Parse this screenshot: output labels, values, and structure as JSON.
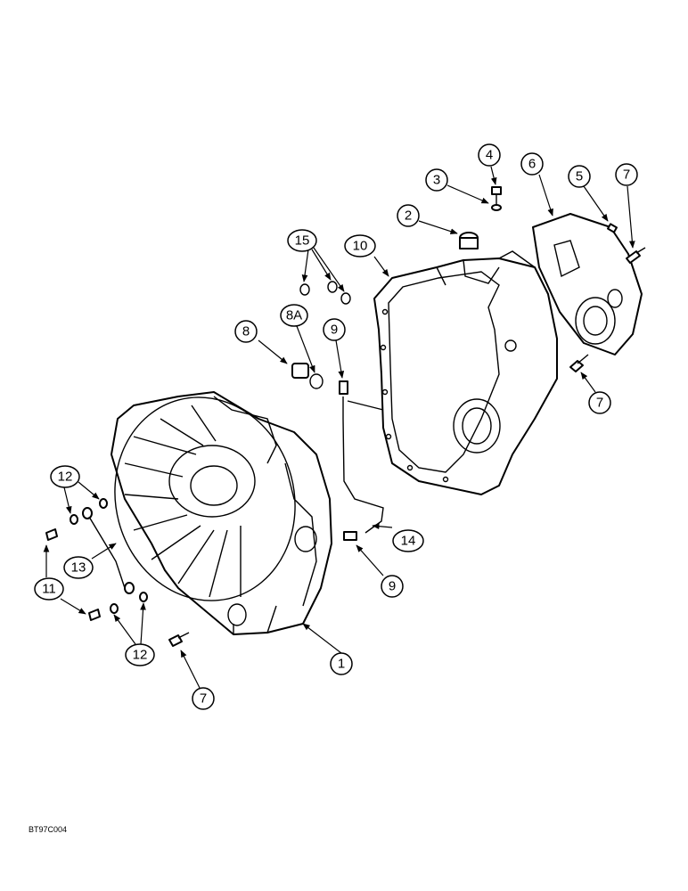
{
  "callouts": {
    "c1": "1",
    "c2": "2",
    "c3": "3",
    "c4": "4",
    "c5": "5",
    "c6": "6",
    "c7a": "7",
    "c7b": "7",
    "c7c": "7",
    "c8": "8",
    "c8a": "8A",
    "c9a": "9",
    "c9b": "9",
    "c10": "10",
    "c11": "11",
    "c12a": "12",
    "c12b": "12",
    "c13": "13",
    "c14": "14",
    "c15": "15"
  },
  "figure_code": "BT97C004"
}
